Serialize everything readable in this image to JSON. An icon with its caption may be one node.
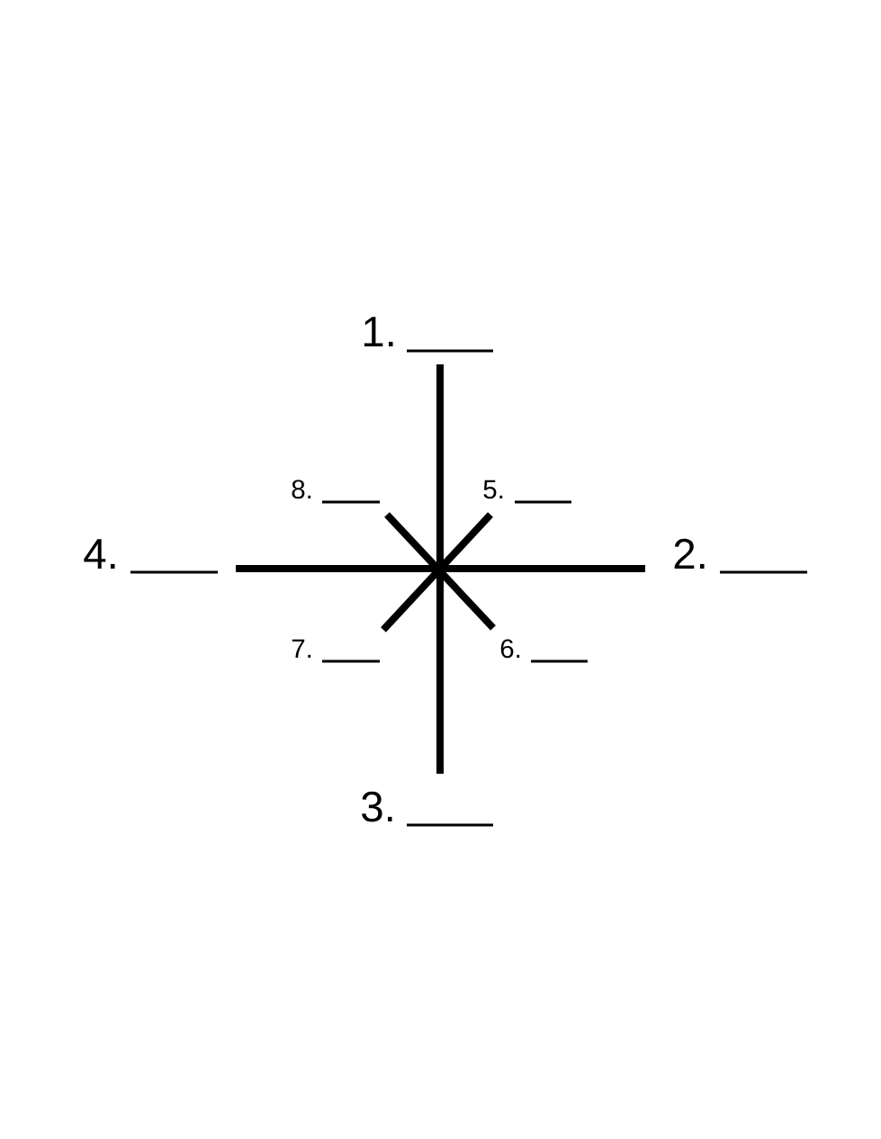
{
  "diagram": {
    "labels": [
      "1.",
      "8.",
      "5.",
      "4.",
      "2.",
      "7.",
      "6.",
      "3."
    ]
  }
}
